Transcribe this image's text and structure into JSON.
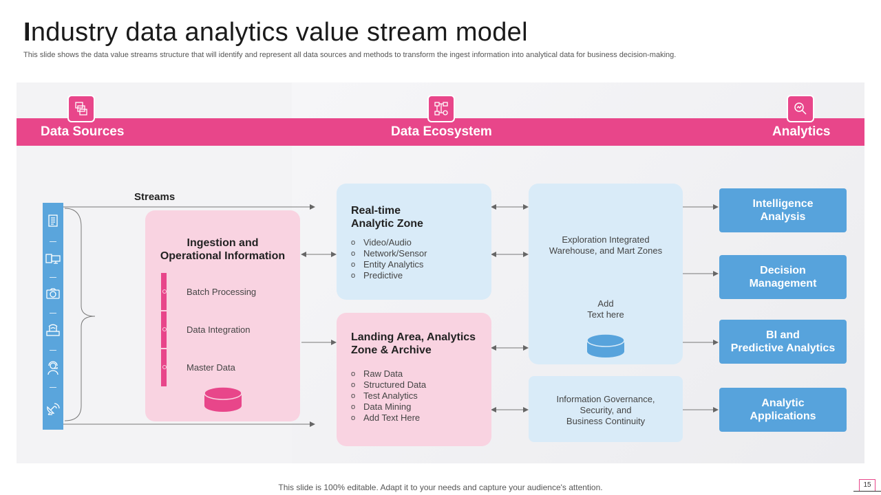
{
  "title": {
    "first": "I",
    "rest": "ndustry data analytics value stream model"
  },
  "subtitle": "This slide shows the data value streams structure that will identify and represent all data sources and methods to transform the ingest information into analytical data for business decision-making.",
  "header": {
    "sources": "Data Sources",
    "ecosystem": "Data Ecosystem",
    "analytics": "Analytics"
  },
  "streams_label": "Streams",
  "stream_icons": [
    "document-icon",
    "monitor-icon",
    "camera-icon",
    "router-icon",
    "support-agent-icon",
    "satellite-dish-icon"
  ],
  "ingestion": {
    "title_line1": "Ingestion and",
    "title_line2": "Operational Information",
    "items": [
      "Batch Processing",
      "Data Integration",
      "Master Data"
    ]
  },
  "realtime": {
    "title_line1": "Real-time",
    "title_line2": "Analytic Zone",
    "items": [
      "Video/Audio",
      "Network/Sensor",
      "Entity Analytics",
      "Predictive"
    ]
  },
  "landing": {
    "title_line1": "Landing Area, Analytics",
    "title_line2": "Zone & Archive",
    "items": [
      "Raw Data",
      "Structured Data",
      "Test Analytics",
      "Data Mining",
      "Add Text Here"
    ]
  },
  "exploration": {
    "line1": "Exploration Integrated",
    "line2": "Warehouse, and Mart Zones",
    "add1": "Add",
    "add2": "Text here"
  },
  "governance": {
    "line1": "Information  Governance,",
    "line2": "Security, and",
    "line3": "Business Continuity"
  },
  "analytics_boxes": [
    {
      "line1": "Intelligence",
      "line2": "Analysis"
    },
    {
      "line1": "Decision",
      "line2": "Management"
    },
    {
      "line1": "BI and",
      "line2": "Predictive Analytics"
    },
    {
      "line1": "Analytic",
      "line2": "Applications"
    }
  ],
  "bullet": "o",
  "footer": "This slide is 100% editable. Adapt it to your needs and capture your audience's attention.",
  "page_number": "15",
  "colors": {
    "pink": "#e8468a",
    "light_pink": "#f9d3e1",
    "blue": "#57a3dc",
    "light_blue": "#d9ebf8"
  }
}
